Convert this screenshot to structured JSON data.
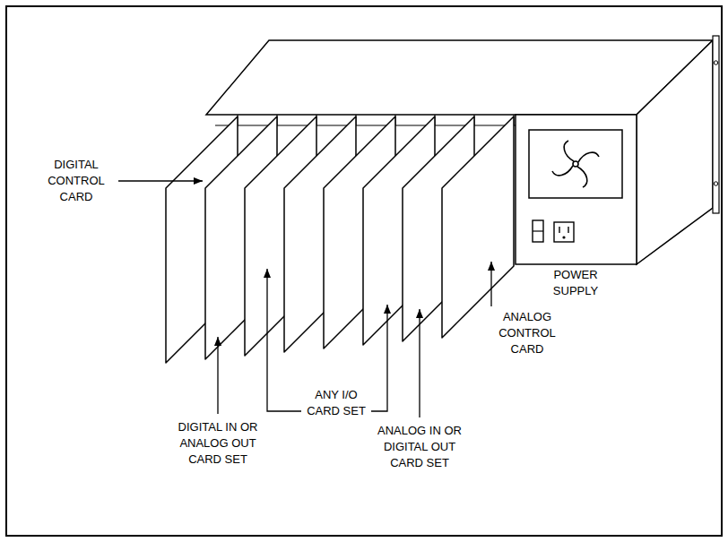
{
  "diagram": {
    "labels": [
      "DIGITAL CONTROL CARD",
      "POWER SUPPLY",
      "ANALOG CONTROL CARD",
      "ANY I/O CARD SET",
      "DIGITAL IN OR ANALOG OUT CARD SET",
      "ANALOG IN OR DIGITAL OUT CARD SET"
    ]
  }
}
